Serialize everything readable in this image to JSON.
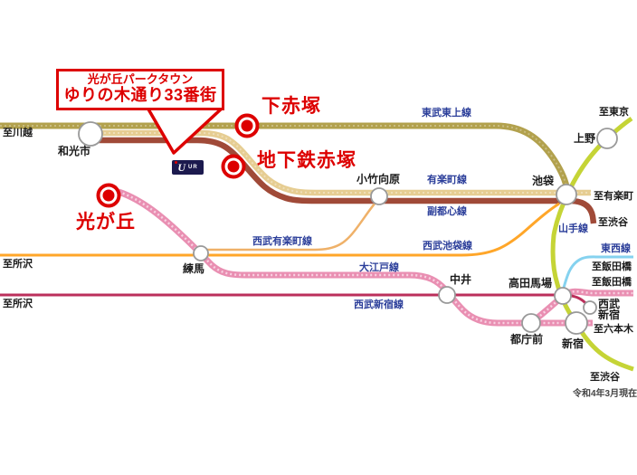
{
  "callout": {
    "line1": "光が丘パークタウン",
    "line2": "ゆりの木通り33番街"
  },
  "red_stations": {
    "shimoakatsuka": "下赤塚",
    "chikatetsu_akatsuka": "地下鉄赤塚",
    "hikarigaoka": "光が丘"
  },
  "stations": {
    "wakoshi": "和光市",
    "kotakemukaihara": "小竹向原",
    "ikebukuro": "池袋",
    "ueno": "上野",
    "nerima": "練馬",
    "nakai": "中井",
    "takadanobaba": "高田馬場",
    "tochomae": "都庁前",
    "shinjuku": "新宿",
    "seibu_shinjuku_l1": "西武",
    "seibu_shinjuku_l2": "新宿"
  },
  "line_labels": {
    "tobu_tojo": "東武東上線",
    "yurakucho": "有楽町線",
    "fukutoshin": "副都心線",
    "yamanote": "山手線",
    "tozai": "東西線",
    "seibu_yurakucho": "西武有楽町線",
    "seibu_ikebukuro": "西武池袋線",
    "oedo": "大江戸線",
    "seibu_shinjuku": "西武新宿線"
  },
  "edge_labels": {
    "kawagoe": "至川越",
    "tokorozawa1": "至所沢",
    "tokorozawa2": "至所沢",
    "tokyo": "至東京",
    "yurakucho": "至有楽町",
    "shibuya1": "至渋谷",
    "iidabashi1": "至飯田橋",
    "iidabashi2": "至飯田橋",
    "roppongi": "至六本木",
    "shibuya2": "至渋谷"
  },
  "note": "令和4年3月現在",
  "ur": {
    "logo_u": "U",
    "logo_text": "UR"
  },
  "colors": {
    "tobu_tojo": "#b2a14d",
    "yurakucho_line": "#e6cd92",
    "fukutoshin": "#a04a38",
    "yamanote": "#c5d436",
    "seibu_ikebukuro": "#ffa629",
    "seibu_yurakucho": "#efb169",
    "oedo": "#e98fb2",
    "oedo_dash": "#f8d2e2",
    "seibu_shinjuku": "#bb2f5b",
    "tozai": "#85d2ef",
    "marker_red": "#dd0000",
    "circle_stroke": "#999999",
    "white": "#ffffff"
  }
}
